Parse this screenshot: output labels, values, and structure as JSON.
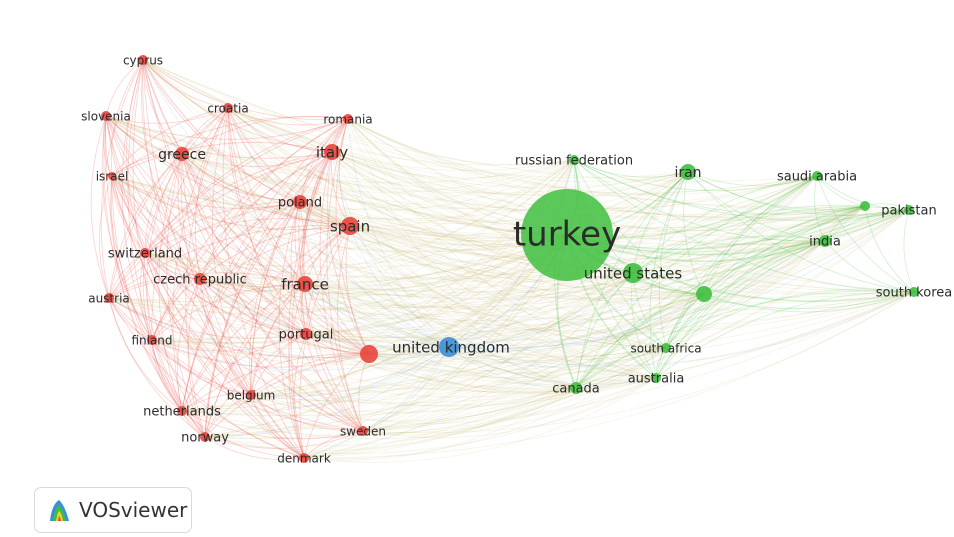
{
  "network": {
    "colors": {
      "cluster1": "#e8453c",
      "cluster2": "#3fbf3f",
      "cluster3": "#3a8fd6"
    },
    "nodes": [
      {
        "id": "cyprus",
        "label": "cyprus",
        "cluster": 1
      },
      {
        "id": "slovenia",
        "label": "slovenia",
        "cluster": 1
      },
      {
        "id": "croatia",
        "label": "croatia",
        "cluster": 1
      },
      {
        "id": "romania",
        "label": "romania",
        "cluster": 1
      },
      {
        "id": "greece",
        "label": "greece",
        "cluster": 1
      },
      {
        "id": "italy",
        "label": "italy",
        "cluster": 1
      },
      {
        "id": "israel",
        "label": "israel",
        "cluster": 1
      },
      {
        "id": "poland",
        "label": "poland",
        "cluster": 1
      },
      {
        "id": "spain",
        "label": "spain",
        "cluster": 1
      },
      {
        "id": "switzerland",
        "label": "switzerland",
        "cluster": 1
      },
      {
        "id": "czech-republic",
        "label": "czech republic",
        "cluster": 1
      },
      {
        "id": "france",
        "label": "france",
        "cluster": 1
      },
      {
        "id": "austria",
        "label": "austria",
        "cluster": 1
      },
      {
        "id": "finland",
        "label": "finland",
        "cluster": 1
      },
      {
        "id": "portugal",
        "label": "portugal",
        "cluster": 1
      },
      {
        "id": "germany",
        "label": "",
        "cluster": 1
      },
      {
        "id": "belgium",
        "label": "belgium",
        "cluster": 1
      },
      {
        "id": "netherlands",
        "label": "netherlands",
        "cluster": 1
      },
      {
        "id": "norway",
        "label": "norway",
        "cluster": 1
      },
      {
        "id": "sweden",
        "label": "sweden",
        "cluster": 1
      },
      {
        "id": "denmark",
        "label": "denmark",
        "cluster": 1
      },
      {
        "id": "united-kingdom",
        "label": "united kingdom",
        "cluster": 3
      },
      {
        "id": "turkey",
        "label": "turkey",
        "cluster": 2
      },
      {
        "id": "russian-federation",
        "label": "russian federation",
        "cluster": 2
      },
      {
        "id": "iran",
        "label": "iran",
        "cluster": 2
      },
      {
        "id": "saudi-arabia",
        "label": "saudi arabia",
        "cluster": 2
      },
      {
        "id": "pakistan",
        "label": "pakistan",
        "cluster": 2
      },
      {
        "id": "unlabeled-green",
        "label": "",
        "cluster": 2
      },
      {
        "id": "india",
        "label": "india",
        "cluster": 2
      },
      {
        "id": "united-states",
        "label": "united states",
        "cluster": 2
      },
      {
        "id": "china",
        "label": "",
        "cluster": 2
      },
      {
        "id": "south-korea",
        "label": "south korea",
        "cluster": 2
      },
      {
        "id": "south-africa",
        "label": "south africa",
        "cluster": 2
      },
      {
        "id": "australia",
        "label": "australia",
        "cluster": 2
      },
      {
        "id": "canada",
        "label": "canada",
        "cluster": 2
      }
    ]
  },
  "logo": {
    "text": "VOSviewer"
  }
}
